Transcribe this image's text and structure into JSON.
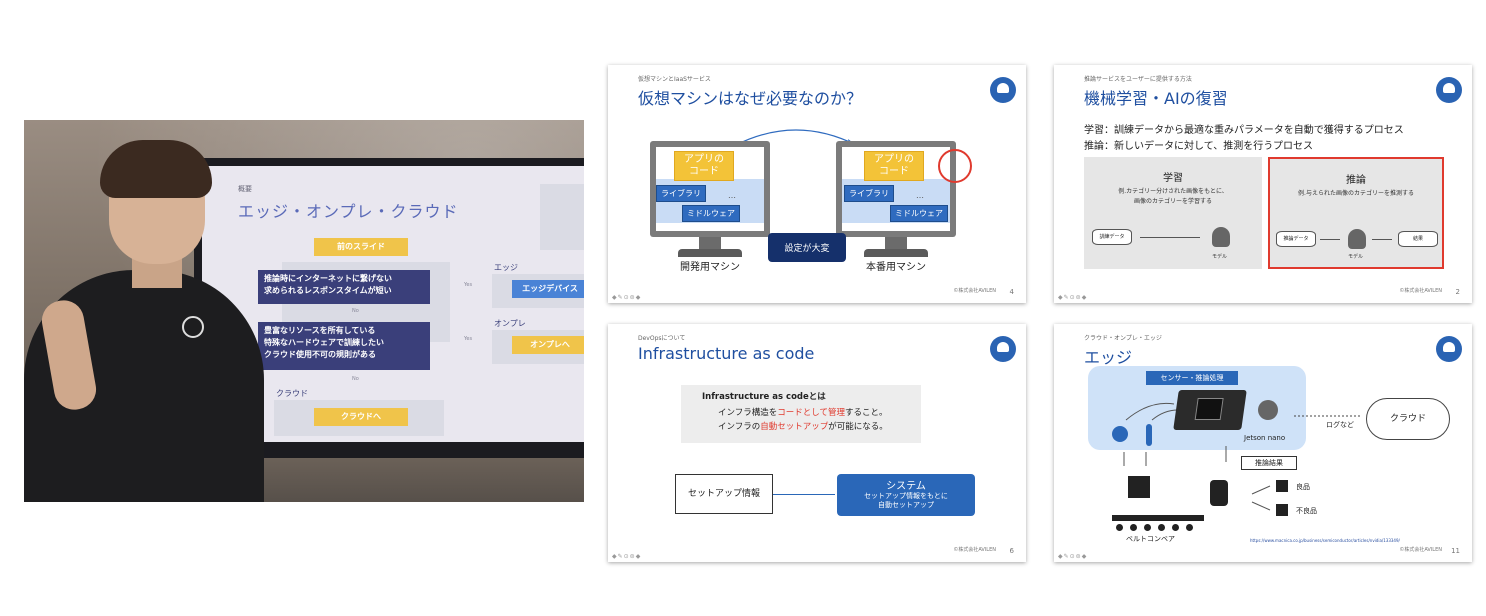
{
  "photo": {
    "tv_slide": {
      "section": "概要",
      "title": "エッジ・オンプレ・クラウド",
      "prev_box": "前のスライド",
      "condition1": [
        "推論時にインターネットに繋げない",
        "求められるレスポンスタイムが短い"
      ],
      "yes1": "Yes",
      "no1": "No",
      "edge_label": "エッジ",
      "edge_box": "エッジデバイス",
      "condition2": [
        "豊富なリソースを所有している",
        "特殊なハードウェアで訓練したい",
        "クラウド使用不可の規則がある"
      ],
      "yes2": "Yes",
      "no2": "No",
      "onprem_label": "オンプレ",
      "onprem_box": "オンプレへ",
      "cloud_label": "クラウド",
      "cloud_box": "クラウドへ"
    }
  },
  "slides": [
    {
      "subtitle": "仮想マシンとIaaSサービス",
      "title": "仮想マシンはなぜ必要なのか？",
      "left_monitor": {
        "app": "アプリの\nコード",
        "lib": "ライブラリ",
        "dots": "…",
        "middleware": "ミドルウェア",
        "label": "開発用マシン"
      },
      "right_monitor": {
        "app": "アプリの\nコード",
        "lib": "ライブラリ",
        "dots": "…",
        "middleware": "ミドルウェア",
        "label": "本番用マシン"
      },
      "callout": "設定が大変",
      "copyright": "©株式会社AVILEN",
      "page": "4"
    },
    {
      "subtitle": "推論サービスをユーザーに提供する方法",
      "title": "機械学習・AIの復習",
      "line1": "学習：訓練データから最適な重みパラメータを自動で獲得するプロセス",
      "line2": "推論：新しいデータに対して、推測を行うプロセス",
      "learn": {
        "title": "学習",
        "desc": "例.カテゴリー分けされた画像をもとに、\n画像のカテゴリーを学習する",
        "data": "訓練データ",
        "model": "モデル"
      },
      "infer": {
        "title": "推論",
        "desc": "例.与えられた画像のカテゴリーを推測する",
        "data": "推論データ",
        "model": "モデル",
        "result": "結果"
      },
      "copyright": "©株式会社AVILEN",
      "page": "2"
    },
    {
      "subtitle": "DevOpsについて",
      "title": "Infrastructure as code",
      "heading": "Infrastructure as codeとは",
      "line1_a": "インフラ構造を",
      "line1_red": "コードとして管理",
      "line1_b": "すること。",
      "line2_a": "インフラの",
      "line2_red": "自動セットアップ",
      "line2_b": "が可能になる。",
      "doc": "セットアップ情報",
      "system_title": "システム",
      "system_desc": "セットアップ情報をもとに\n自動セットアップ",
      "copyright": "©株式会社AVILEN",
      "page": "6"
    },
    {
      "subtitle": "クラウド・オンプレ・エッジ",
      "title": "エッジ",
      "panel_label": "センサー・推論処理",
      "device": "Jetson nano",
      "log": "ログなど",
      "cloud": "クラウド",
      "result": "推論結果",
      "good": "良品",
      "bad": "不良品",
      "belt": "ベルトコンベア",
      "url": "https://www.macnica.co.jp/business/semiconductor/articles/nvidia/133349/",
      "copyright": "©株式会社AVILEN",
      "page": "11"
    }
  ],
  "nav_icons": "◆✎⊙⊜◆"
}
